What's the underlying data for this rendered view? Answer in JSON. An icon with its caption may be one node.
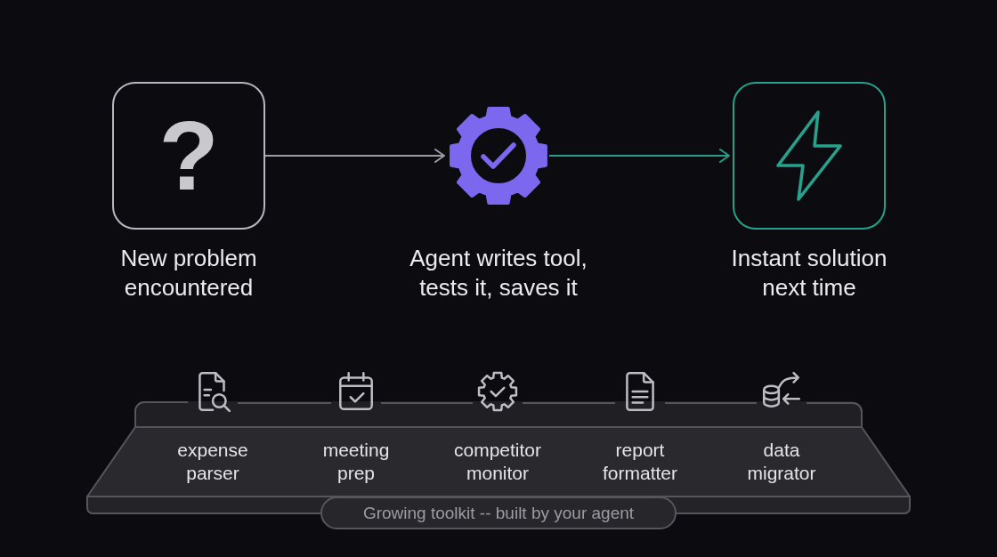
{
  "diagram": {
    "nodes": [
      {
        "text": [
          "?"
        ],
        "beside": [
          "New problem encountered"
        ]
      },
      {
        "text": [],
        "shape": "gear",
        "beside": [
          "Agent writes tool, tests it, saves it"
        ]
      },
      {
        "text": [],
        "shape": "box",
        "beside": [
          "Instant solution next time"
        ]
      },
      {
        "text": [
          "expense parser",
          "meeting prep",
          "competitor monitor",
          "report formatter",
          "data migrator"
        ]
      },
      {
        "text": [
          "Growing toolkit -- built by your agent"
        ]
      }
    ],
    "edges": [
      {
        "from": 0,
        "to": 1,
        "arrow": "to"
      },
      {
        "from": 1,
        "to": 2,
        "arrow": "to",
        "color": "#2a9d89"
      }
    ]
  }
}
